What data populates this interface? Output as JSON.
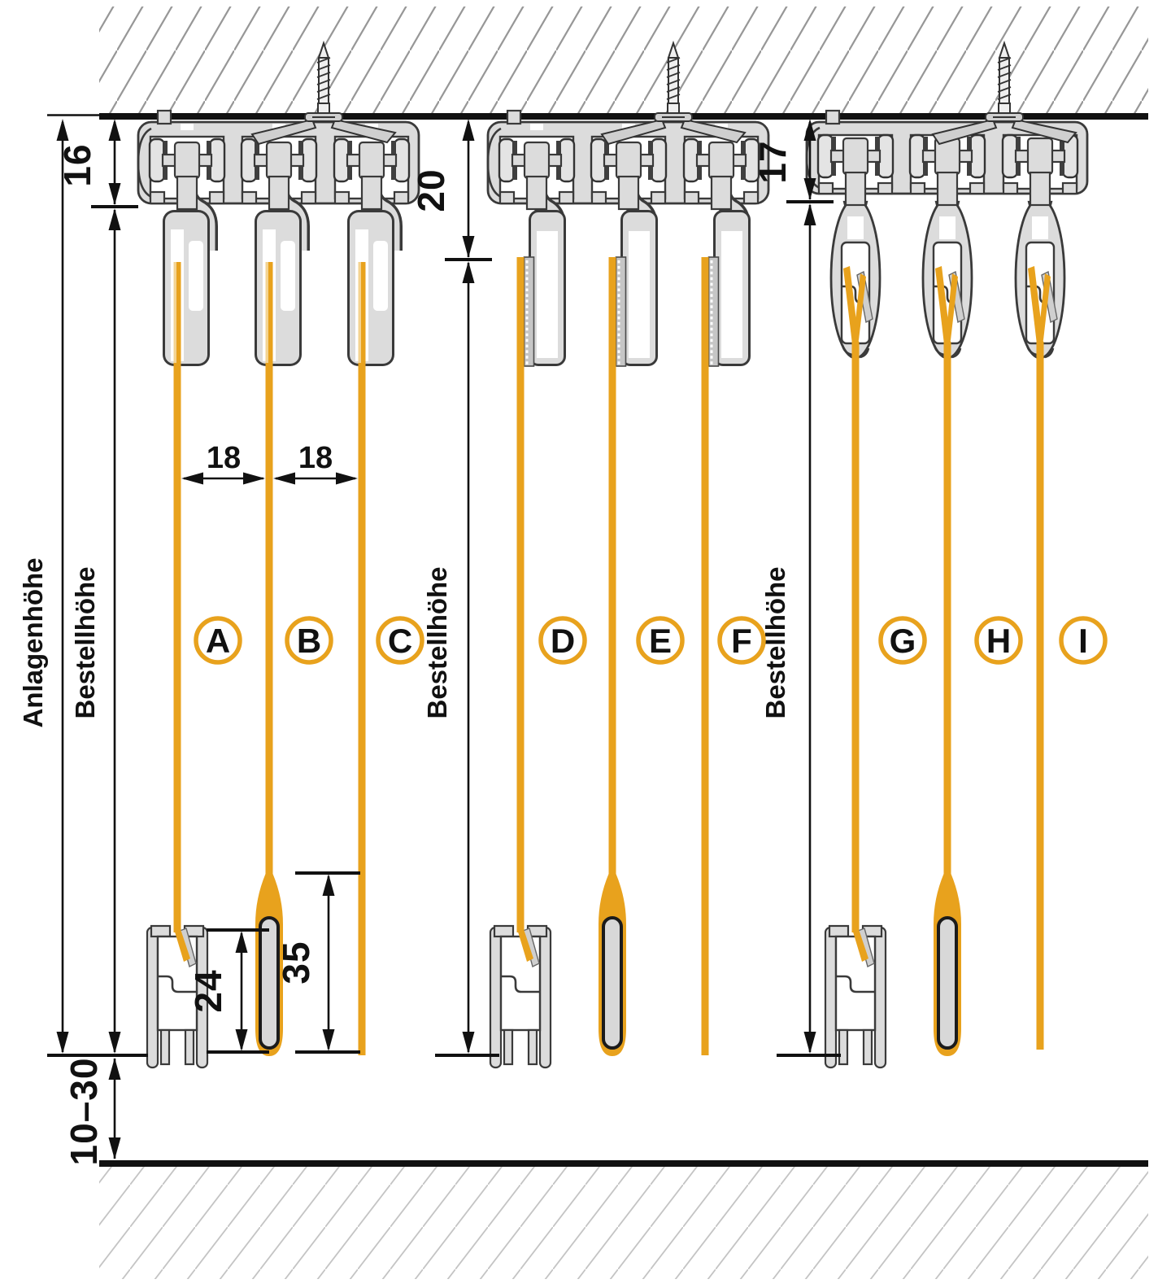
{
  "diagram": {
    "description": "Panel track cross-section mounting diagram with three rail systems",
    "left_scale": {
      "anlagenhoehe_label": "Anlagenhöhe"
    },
    "systems": [
      {
        "bestellhoehe_label": "Bestellhöhe",
        "rail_height": "16",
        "panels": [
          "A",
          "B",
          "C"
        ]
      },
      {
        "bestellhoehe_label": "Bestellhöhe",
        "rail_height": "20",
        "panels": [
          "D",
          "E",
          "F"
        ]
      },
      {
        "bestellhoehe_label": "Bestellhöhe",
        "rail_height": "17",
        "panels": [
          "G",
          "H",
          "I"
        ]
      }
    ],
    "dimensions": {
      "panel_gap_1": "18",
      "panel_gap_2": "18",
      "bottom_profile_height": "24",
      "pocket_hem_height": "35",
      "floor_clearance": "10–30"
    },
    "colors": {
      "fabric_orange": "#E8A21D",
      "fabric_highlight": "#F3D391",
      "profile_fill": "#DCDCDC",
      "profile_outline": "#3A3A3A",
      "dimension_color": "#111111",
      "hatch_ceiling": "#979797",
      "hatch_floor": "#C4C4C4",
      "weight_rod_fill": "#D8D8D8",
      "velcro_fill": "#C6C6C6"
    }
  }
}
